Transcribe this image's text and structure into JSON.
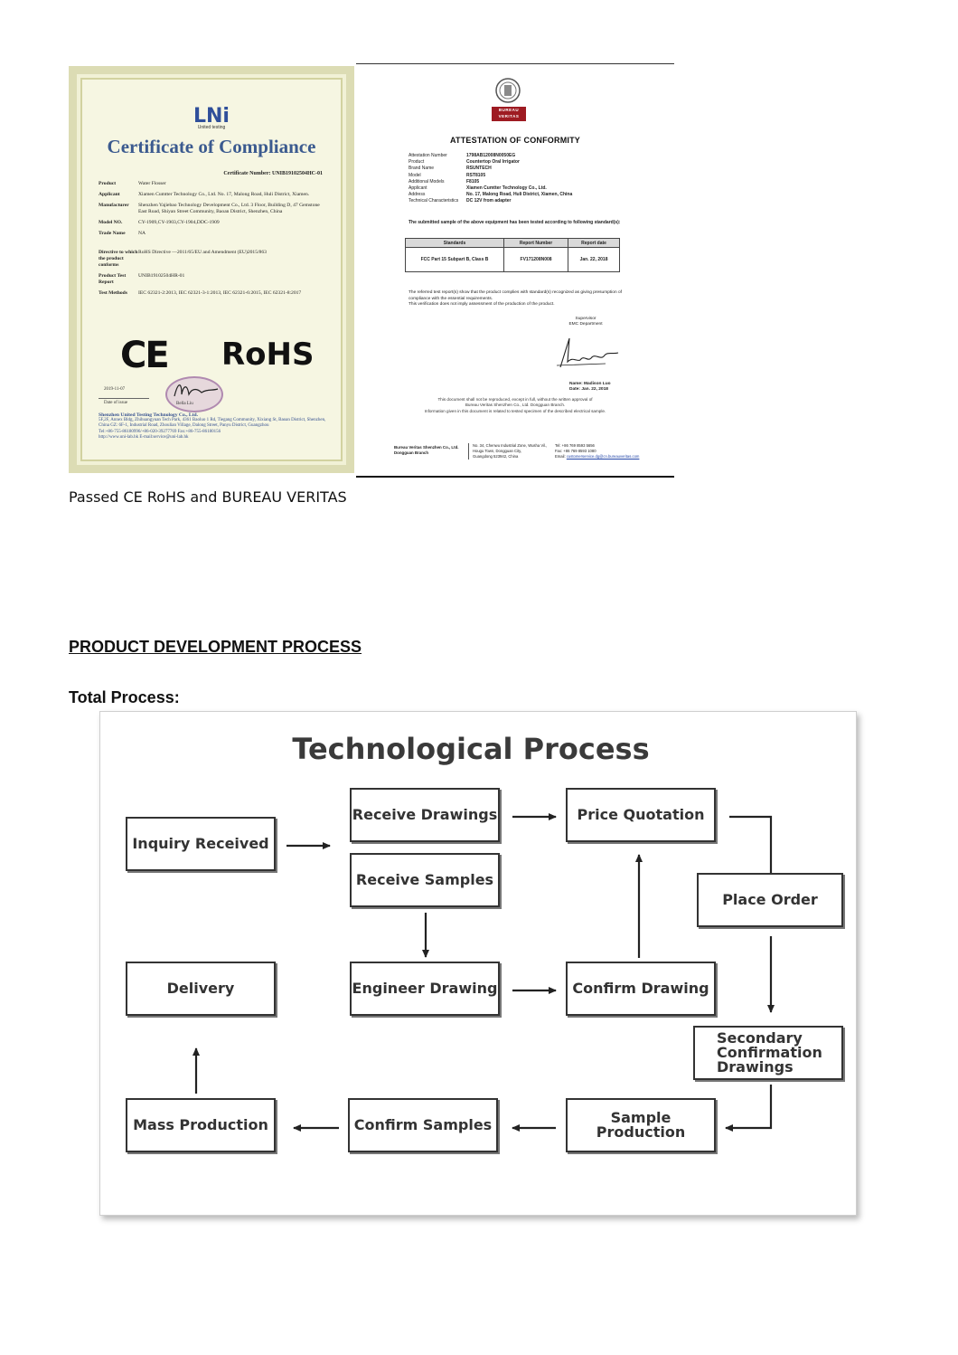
{
  "certificate_compliance": {
    "logo_text": "LNi",
    "logo_subtitle": "United testing",
    "title": "Certificate of Compliance",
    "certificate_number": "Certificate Number: UNIB19102504HC-01",
    "fields": [
      {
        "label": "Product",
        "value": "Water Flosser"
      },
      {
        "label": "Applicant",
        "value": "Xiamen Cumtter Technology Co., Ltd. No. 17, Malong Road, Huli District, Xiamen."
      },
      {
        "label": "Manufacturer",
        "value": "Shenzhen Yajiebao Technology Development Co., Ltd. 3 Floor, Building D, 47 Gemstone East Road, Shiyan Street Community, Baoan District, Shenzhen, China"
      },
      {
        "label": "Model NO.",
        "value": "CY-1909,CY-1903,CY-1904,DDC-1909"
      },
      {
        "label": "Trade Name",
        "value": "NA"
      },
      {
        "label": "Directive to which the product conforms",
        "value": "RoHS Directive —2011/65/EU and Amendment (EU)2015/863"
      },
      {
        "label": "Product Test Report",
        "value": "UNIB19102504HR-01"
      },
      {
        "label": "Test Methods",
        "value": "IEC 62321-2:2013, IEC 62321-3-1:2013, IEC 62321-6:2015, IEC 62321-8:2017"
      }
    ],
    "ce_mark": "CE",
    "rohs_mark": "RoHS",
    "issue_date": "2019-11-07",
    "issue_date_label": "Date of issue",
    "signer": "Bella Liu",
    "issuer_name": "Shenzhen United Testing Technology Co., Ltd.",
    "issuer_address": "5F,2F, Annex Bldg, Zhihuangyuan Tech Park, 4361 Baoluo 1 Rd, Tiegang Community, Xixiang St, Baoan District, Shenzhen, China GZ: 6F-1, Industrial Road, Zhoulian Village, Dalong Street, Panyu District, Guangzhou",
    "issuer_contact": "Tel:+86-755-86180996/+86-020-39277769   Fax:+86-755-86180156",
    "issuer_web": "http://www.uni-lab.hk    E-mail:service@uni-lab.hk"
  },
  "attestation": {
    "logo_top": "BUREAU",
    "logo_bottom": "VERITAS",
    "title": "ATTESTATION OF CONFORMITY",
    "fields": [
      {
        "label": "Attestation Number",
        "value": "1798AB12008N0050EG"
      },
      {
        "label": "Product",
        "value": "Countertop Oral Irrigator"
      },
      {
        "label": "Brand Name",
        "value": "RSUNTECH"
      },
      {
        "label": "Model",
        "value": "RST8105"
      },
      {
        "label": "Additional Models",
        "value": "F8105"
      },
      {
        "label": "Applicant",
        "value": "Xiamen Cumtter Technology Co., Ltd."
      },
      {
        "label": "Address",
        "value": "No. 17, Malong Road, Huli District, Xiamen, China"
      },
      {
        "label": "Technical Characteristics",
        "value": "DC 12V from adapter"
      }
    ],
    "submitted_text": "The submitted sample of the above equipment has been tested according to following standard(s):",
    "table_headers": [
      "Standards",
      "Report Number",
      "Report date"
    ],
    "table_row": [
      "FCC Part 15 Subpart B, Class B",
      "FV171208N008",
      "Jan. 22, 2018"
    ],
    "note_1": "The referred test report(s) show that the product complies with standard(s) recognized as giving presumption of compliance with the essential requirements.",
    "note_2": "This verification does not imply assessment of the production of the product.",
    "supervisor": "Supervisor",
    "department": "EMC Department",
    "signer_name": "Name: Madison Luo",
    "signer_date": "Date: Jan. 22, 2018",
    "disclaimer_1": "This document shall not be reproduced, except in full, without the written approval of",
    "disclaimer_2": "Bureau Veritas Shenzhen Co., Ltd. Dongguan Branch.",
    "disclaimer_3": "Information given in this document is related to tested specimen of the described electrical sample.",
    "footer_company": "Bureau Veritas Shenzhen Co., Ltd.",
    "footer_branch": "Dongguan Branch",
    "footer_addr_1": "No. 34, Chenwu Industrial Zone, Wusha Vil.,",
    "footer_addr_2": "Hougu Town, Dongguan City,",
    "footer_addr_3": "Guangdong 523942, China",
    "footer_tel": "Tel: +86 769 8593 5656",
    "footer_fax": "Fax: +86 769 8593 1080",
    "footer_email_label": "Email:",
    "footer_email": "customerservice.dg@cn.bureauveritas.com"
  },
  "caption": "Passed CE RoHS and BUREAU VERITAS",
  "section_heading": "PRODUCT DEVELOPMENT PROCESS",
  "subheading": "Total Process:",
  "flowchart": {
    "title": "Technological Process",
    "steps": {
      "inquiry_received": "Inquiry Received",
      "receive_drawings": "Receive Drawings",
      "receive_samples": "Receive  Samples",
      "price_quotation": "Price Quotation",
      "place_order": "Place Order",
      "engineer_drawing": "Engineer Drawing",
      "confirm_drawing": "Confirm Drawing",
      "delivery": "Delivery",
      "secondary_line_1": "Secondary",
      "secondary_line_2": "Confirmation",
      "secondary_line_3": "Drawings",
      "mass_production": "Mass Production",
      "confirm_samples": "Confirm Samples",
      "sample_production": "Sample Production"
    }
  }
}
